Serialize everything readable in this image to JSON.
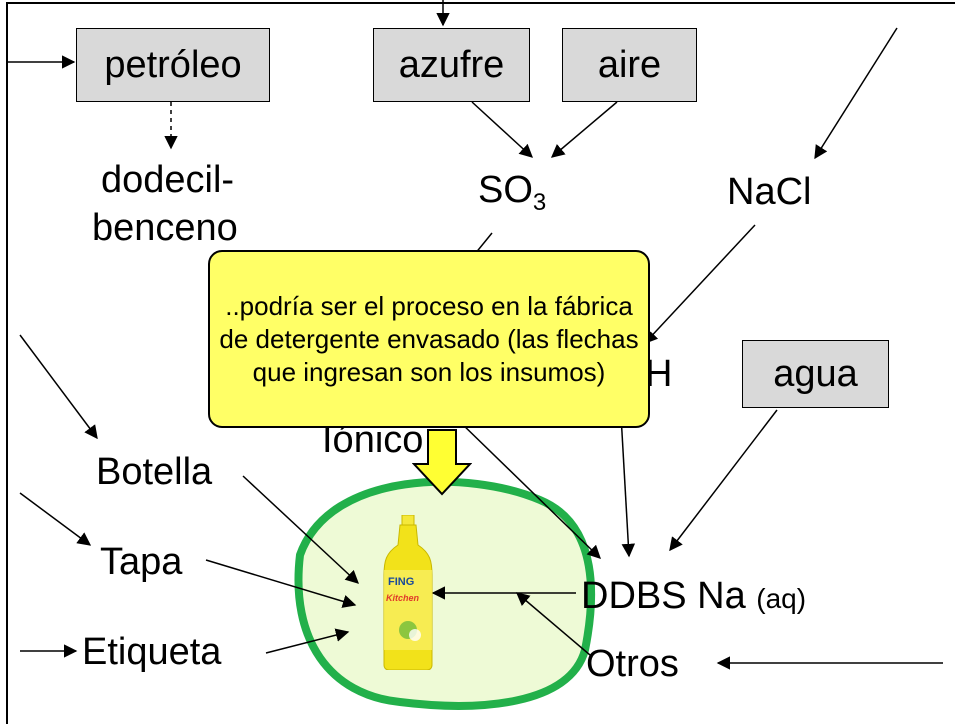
{
  "boxes": {
    "petroleo": "petróleo",
    "azufre": "azufre",
    "aire": "aire",
    "agua": "agua"
  },
  "labels": {
    "dodecil_line1": "dodecil-",
    "dodecil_line2": "benceno",
    "so3_main": "SO",
    "so3_sub": "3",
    "nacl": "NaCl",
    "h_partial": "H",
    "ionico_partial": "Iónico",
    "botella": "Botella",
    "tapa": "Tapa",
    "etiqueta": "Etiqueta",
    "ddbs_main": "DDBS Na",
    "ddbs_suffix": "(aq)",
    "otros": "Otros"
  },
  "callout": {
    "text": "..podría ser el proceso en la fábrica de detergente envasado  (las flechas que ingresan son los insumos)"
  },
  "product": {
    "brand": "FING",
    "name": "Kitchen"
  },
  "colors": {
    "box_fill": "#d9d9d9",
    "callout_fill": "#ffff66",
    "boundary_stroke": "#22b04a",
    "boundary_fill": "#eefad6",
    "bottle_yellow": "#f2e21a"
  }
}
